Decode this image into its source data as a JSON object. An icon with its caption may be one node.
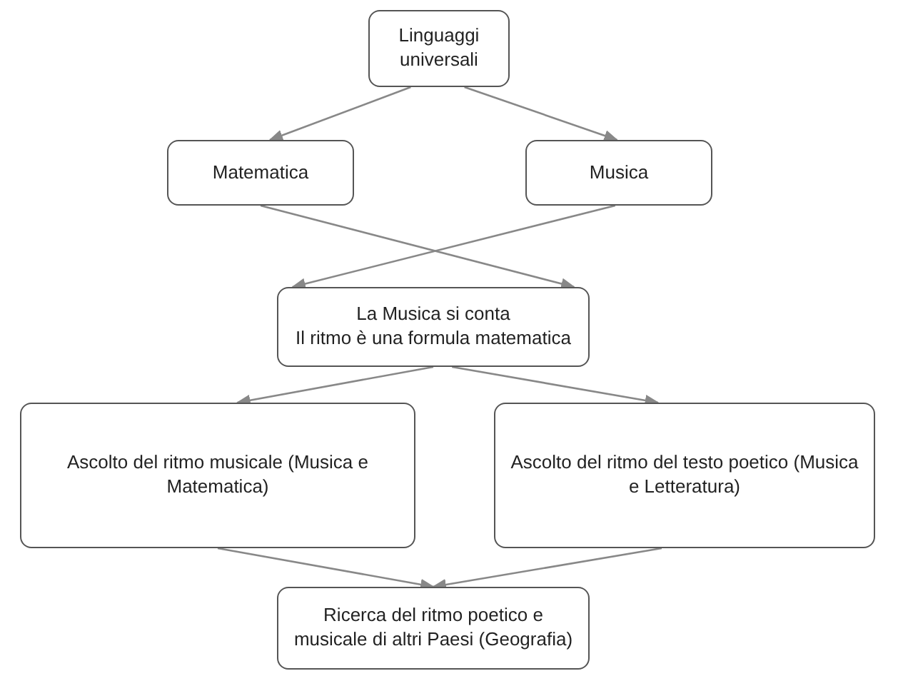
{
  "diagram": {
    "nodes": [
      {
        "text": [
          "Linguaggi universali"
        ]
      },
      {
        "text": [
          "Matematica"
        ]
      },
      {
        "text": [
          "Musica"
        ]
      },
      {
        "text": [
          "La Musica si conta",
          "Il ritmo è una formula matematica"
        ]
      },
      {
        "text": [
          "Ascolto del ritmo musicale (Musica e Matematica)"
        ]
      },
      {
        "text": [
          "Ascolto del ritmo del testo poetico (Musica e Letteratura)"
        ]
      },
      {
        "text": [
          "Ricerca del ritmo poetico e musicale di altri Paesi (Geografia)"
        ]
      }
    ],
    "edges": [
      {
        "from": 0,
        "to": 1,
        "arrow": "to"
      },
      {
        "from": 0,
        "to": 2,
        "arrow": "to"
      },
      {
        "from": 1,
        "to": 3,
        "arrow": "to"
      },
      {
        "from": 2,
        "to": 3,
        "arrow": "to"
      },
      {
        "from": 3,
        "to": 4,
        "arrow": "to"
      },
      {
        "from": 3,
        "to": 5,
        "arrow": "to"
      },
      {
        "from": 4,
        "to": 6,
        "arrow": "to"
      },
      {
        "from": 5,
        "to": 6,
        "arrow": "to"
      }
    ]
  }
}
